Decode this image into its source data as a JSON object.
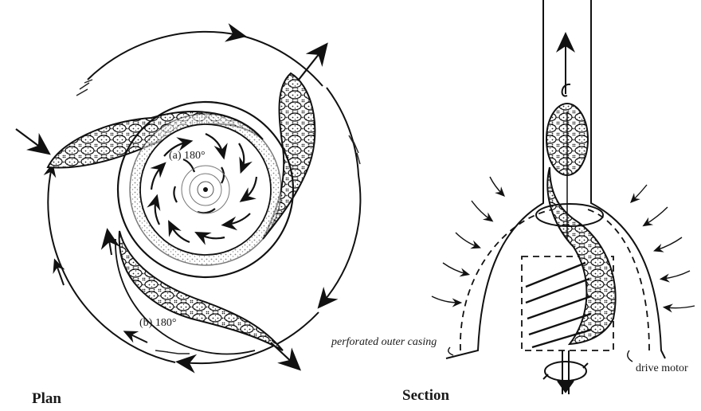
{
  "plan": {
    "caption": "Plan",
    "label_a": "(a) 180°",
    "label_b": "(b) 180°"
  },
  "section": {
    "caption": "Section",
    "label_casing": "perforated outer casing",
    "label_motor": "drive motor"
  },
  "colors": {
    "ink": "#1a1a1a",
    "paper": "#ffffff",
    "shade": "#444444"
  }
}
